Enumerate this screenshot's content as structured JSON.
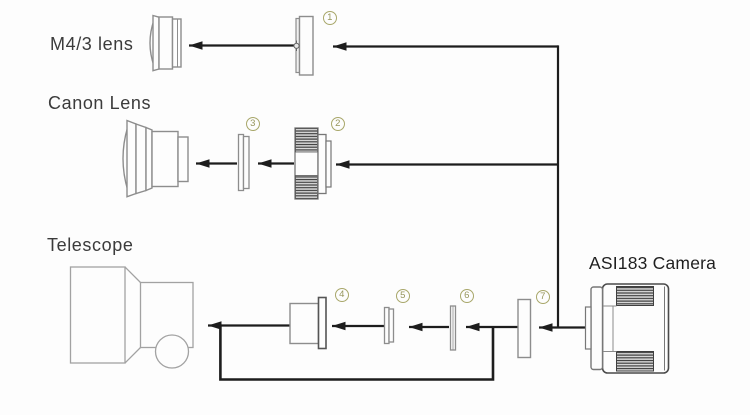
{
  "diagram": {
    "labels": {
      "m43_lens": "M4/3 lens",
      "canon_lens": "Canon Lens",
      "telescope": "Telescope",
      "camera": "ASI183 Camera"
    },
    "adapters": [
      {
        "number": "1"
      },
      {
        "number": "2"
      },
      {
        "number": "3"
      },
      {
        "number": "4"
      },
      {
        "number": "5"
      },
      {
        "number": "6"
      },
      {
        "number": "7"
      }
    ],
    "colors": {
      "connector_line": "#1d1d1d",
      "drawing_outline": "#8f8f8f",
      "badge_accent": "#a8a76a",
      "label_text": "#3b3b3b"
    }
  }
}
